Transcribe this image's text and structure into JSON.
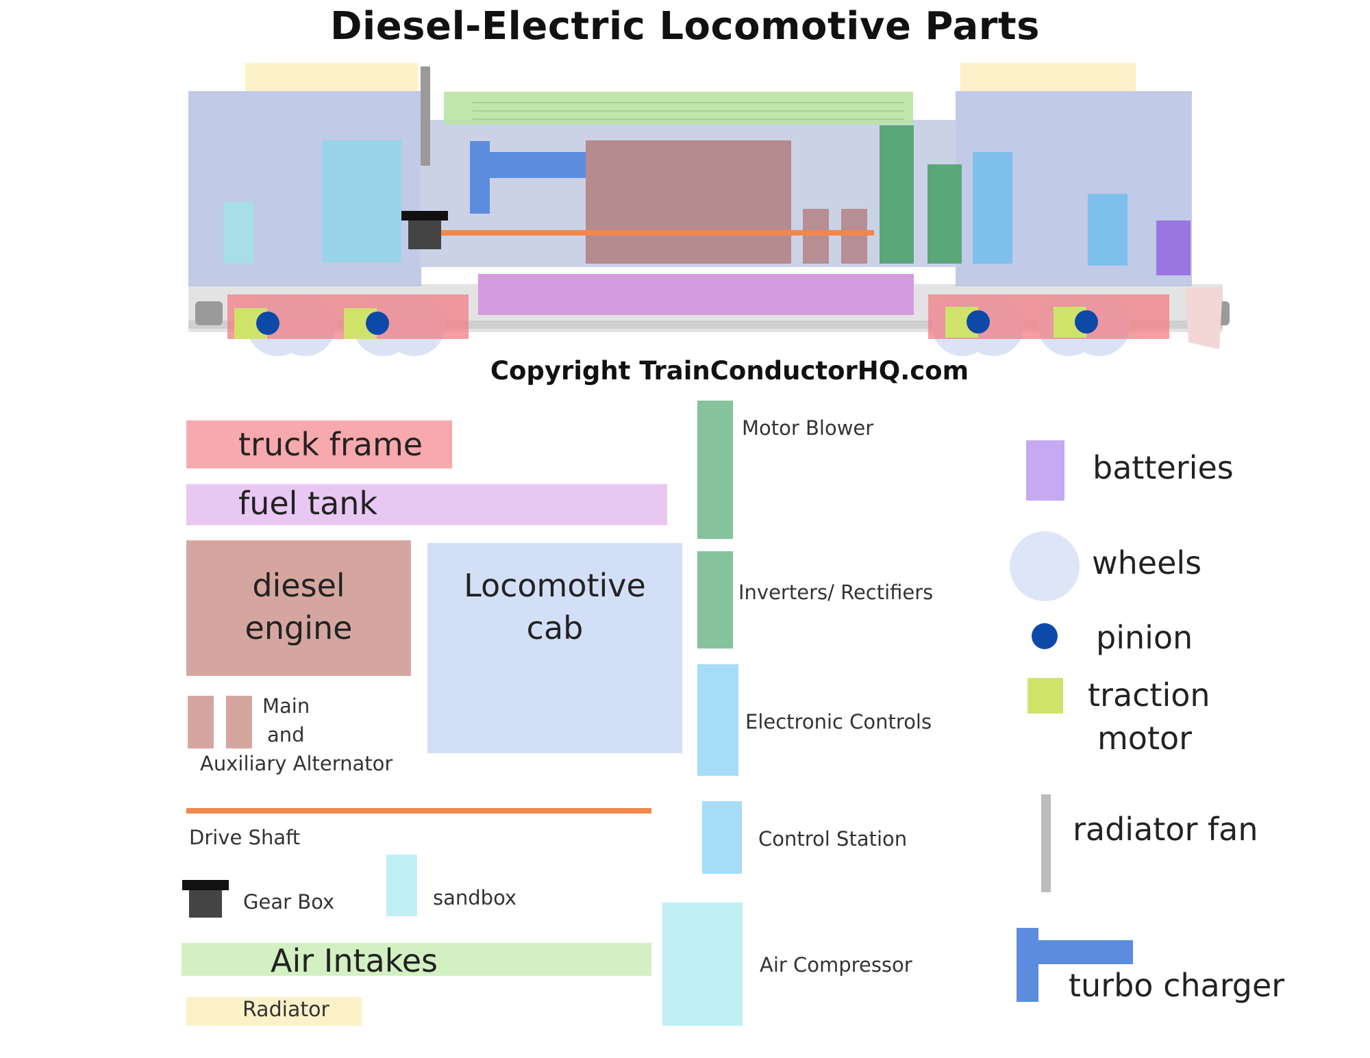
{
  "title": "Diesel-Electric Locomotive Parts",
  "copyright": "Copyright TrainConductorHQ.com",
  "colors": {
    "truck_frame": "#f7a9ad",
    "fuel_tank": "#e9c7f3",
    "diesel_engine": "#d5a6a0",
    "locomotive_cab": "#d3dff6",
    "motor_blower": "#86c29c",
    "electronic_controls": "#a6dcf8",
    "air_compressor": "#c0eff4",
    "air_intakes": "#d3f0c3",
    "radiator": "#fcf1c9",
    "drive_shaft": "#f2874a",
    "gear_box": "#444444",
    "batteries": "#c5a9f2",
    "wheels": "#dce6f7",
    "pinion": "#0e49a8",
    "traction_motor": "#cfe36a",
    "radiator_fan": "#bdbdbd",
    "turbo_charger": "#5b8cde"
  },
  "legend": {
    "truck_frame": "truck frame",
    "fuel_tank": "fuel tank",
    "diesel_engine_line1": "diesel",
    "diesel_engine_line2": "engine",
    "locomotive_cab_line1": "Locomotive",
    "locomotive_cab_line2": "cab",
    "alternator_line1": "Main",
    "alternator_line2": "and",
    "alternator_line3": "Auxiliary Alternator",
    "drive_shaft": "Drive Shaft",
    "gear_box": "Gear Box",
    "sandbox": "sandbox",
    "air_intakes": "Air Intakes",
    "radiator": "Radiator",
    "motor_blower": "Motor Blower",
    "inverters_rectifiers": "Inverters/ Rectifiers",
    "electronic_controls": "Electronic Controls",
    "control_station": "Control Station",
    "air_compressor": "Air Compressor",
    "batteries": "batteries",
    "wheels": "wheels",
    "pinion": "pinion",
    "traction_motor_line1": "traction",
    "traction_motor_line2": "motor",
    "radiator_fan": "radiator fan",
    "turbo_charger": "turbo charger"
  }
}
